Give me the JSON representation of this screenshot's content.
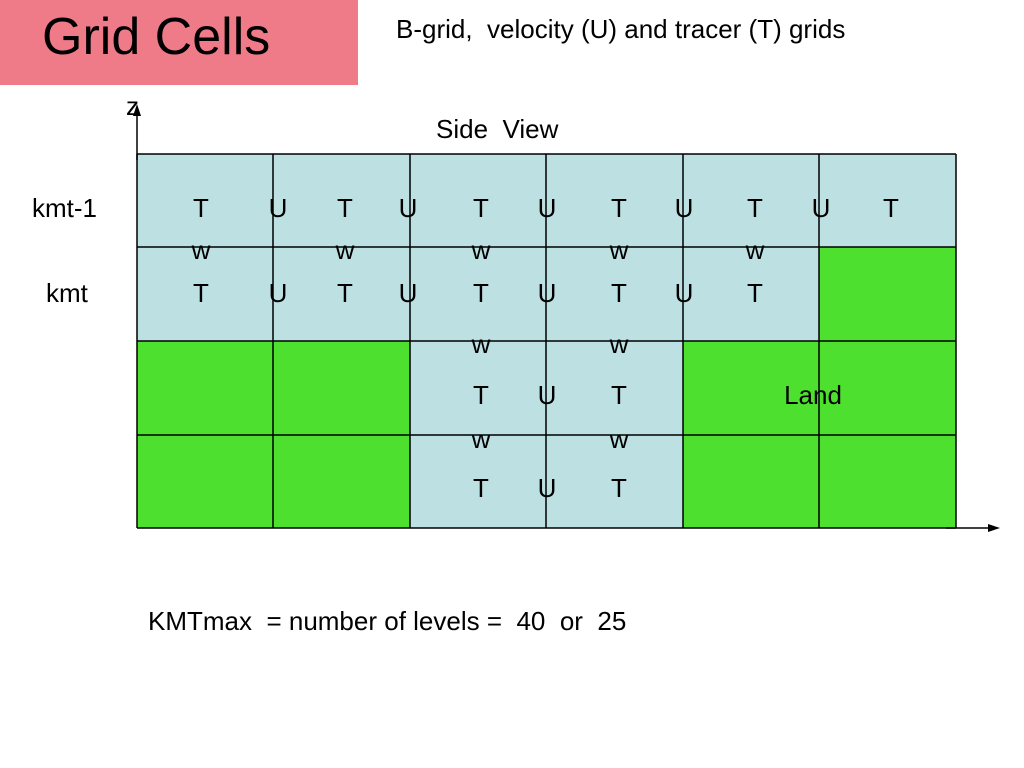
{
  "slide": {
    "title": "Grid Cells",
    "subtitle": "B-grid,  velocity (U) and tracer (T) grids",
    "view_label": "Side  View",
    "footer": "KMTmax  = number of levels =  40  or  25"
  },
  "colors": {
    "title_background": "#f07b88",
    "ocean_cell": "#bde0e3",
    "land_cell": "#4ee02f",
    "grid_line": "#000000"
  },
  "axes": {
    "vertical_label": "z"
  },
  "row_labels": [
    "kmt-1",
    "kmt"
  ],
  "grid": {
    "columns": 6,
    "rows": 4,
    "cells": [
      [
        "ocean",
        "ocean",
        "ocean",
        "ocean",
        "ocean",
        "ocean"
      ],
      [
        "ocean",
        "ocean",
        "ocean",
        "ocean",
        "ocean",
        "land"
      ],
      [
        "land",
        "land",
        "ocean",
        "ocean",
        "land",
        "land"
      ],
      [
        "land",
        "land",
        "ocean",
        "ocean",
        "land",
        "land"
      ]
    ]
  },
  "point_rows": [
    {
      "level": 1,
      "labels": [
        "T",
        "U",
        "T",
        "U",
        "T",
        "U",
        "T",
        "U",
        "T",
        "U",
        "T"
      ]
    },
    {
      "level": 1,
      "labels": [
        "w",
        "",
        "w",
        "",
        "w",
        "",
        "w",
        "",
        "w",
        "",
        ""
      ]
    },
    {
      "level": 2,
      "labels": [
        "T",
        "U",
        "T",
        "U",
        "T",
        "U",
        "T",
        "U",
        "T",
        "",
        ""
      ]
    },
    {
      "level": 3,
      "labels": [
        "",
        "",
        "",
        "",
        "w",
        "",
        "w",
        "",
        "",
        "",
        ""
      ]
    },
    {
      "level": 3,
      "labels": [
        "",
        "",
        "",
        "",
        "T",
        "U",
        "T",
        "",
        "",
        "",
        ""
      ]
    },
    {
      "level": 3,
      "labels": [
        "",
        "",
        "",
        "",
        "w",
        "",
        "w",
        "",
        "",
        "",
        ""
      ]
    },
    {
      "level": 4,
      "labels": [
        "",
        "",
        "",
        "",
        "T",
        "U",
        "T",
        "",
        "",
        "",
        ""
      ]
    }
  ],
  "land_label": "Land"
}
